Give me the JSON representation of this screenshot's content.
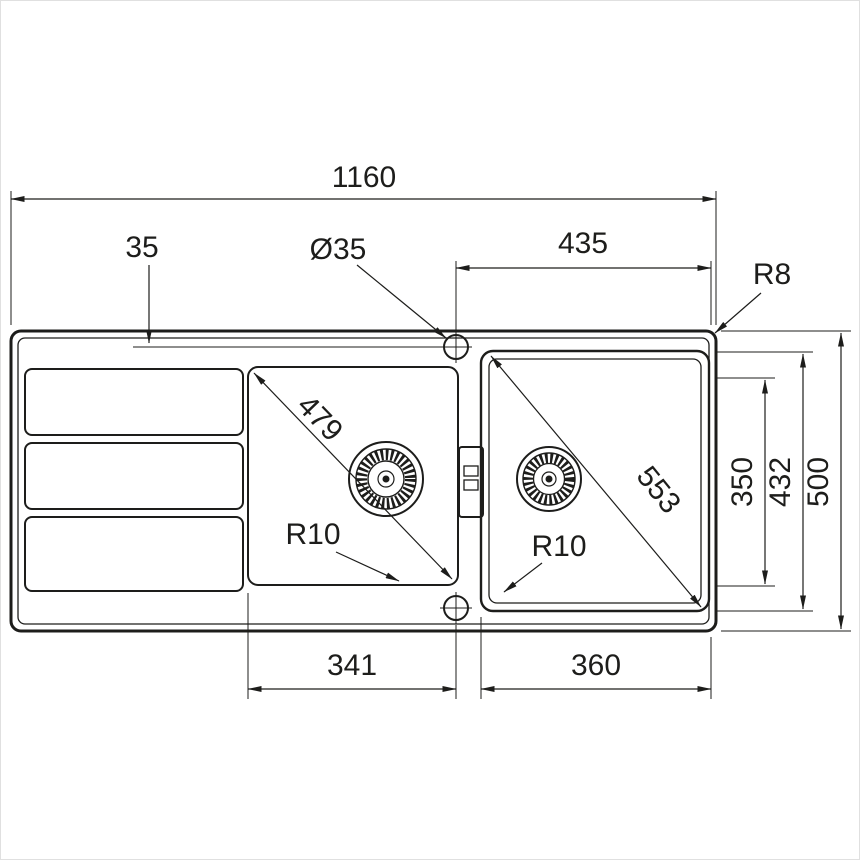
{
  "colors": {
    "line": "#1d1d1b",
    "background": "#ffffff",
    "frame_border": "#e0e0e0"
  },
  "diagram": {
    "dim_overall_width": "1160",
    "dim_hole_offset": "35",
    "dim_hole_diameter": "Ø35",
    "dim_hole_to_edge": "435",
    "dim_outer_radius": "R8",
    "dim_drainer_diagonal": "479",
    "dim_bowl_diagonal": "553",
    "dim_inner_depth": "350",
    "dim_bowl_depth": "432",
    "dim_overall_depth": "500",
    "dim_drainer_radius": "R10",
    "dim_bowl_radius": "R10",
    "dim_drainer_width": "341",
    "dim_bowl_width": "360"
  }
}
